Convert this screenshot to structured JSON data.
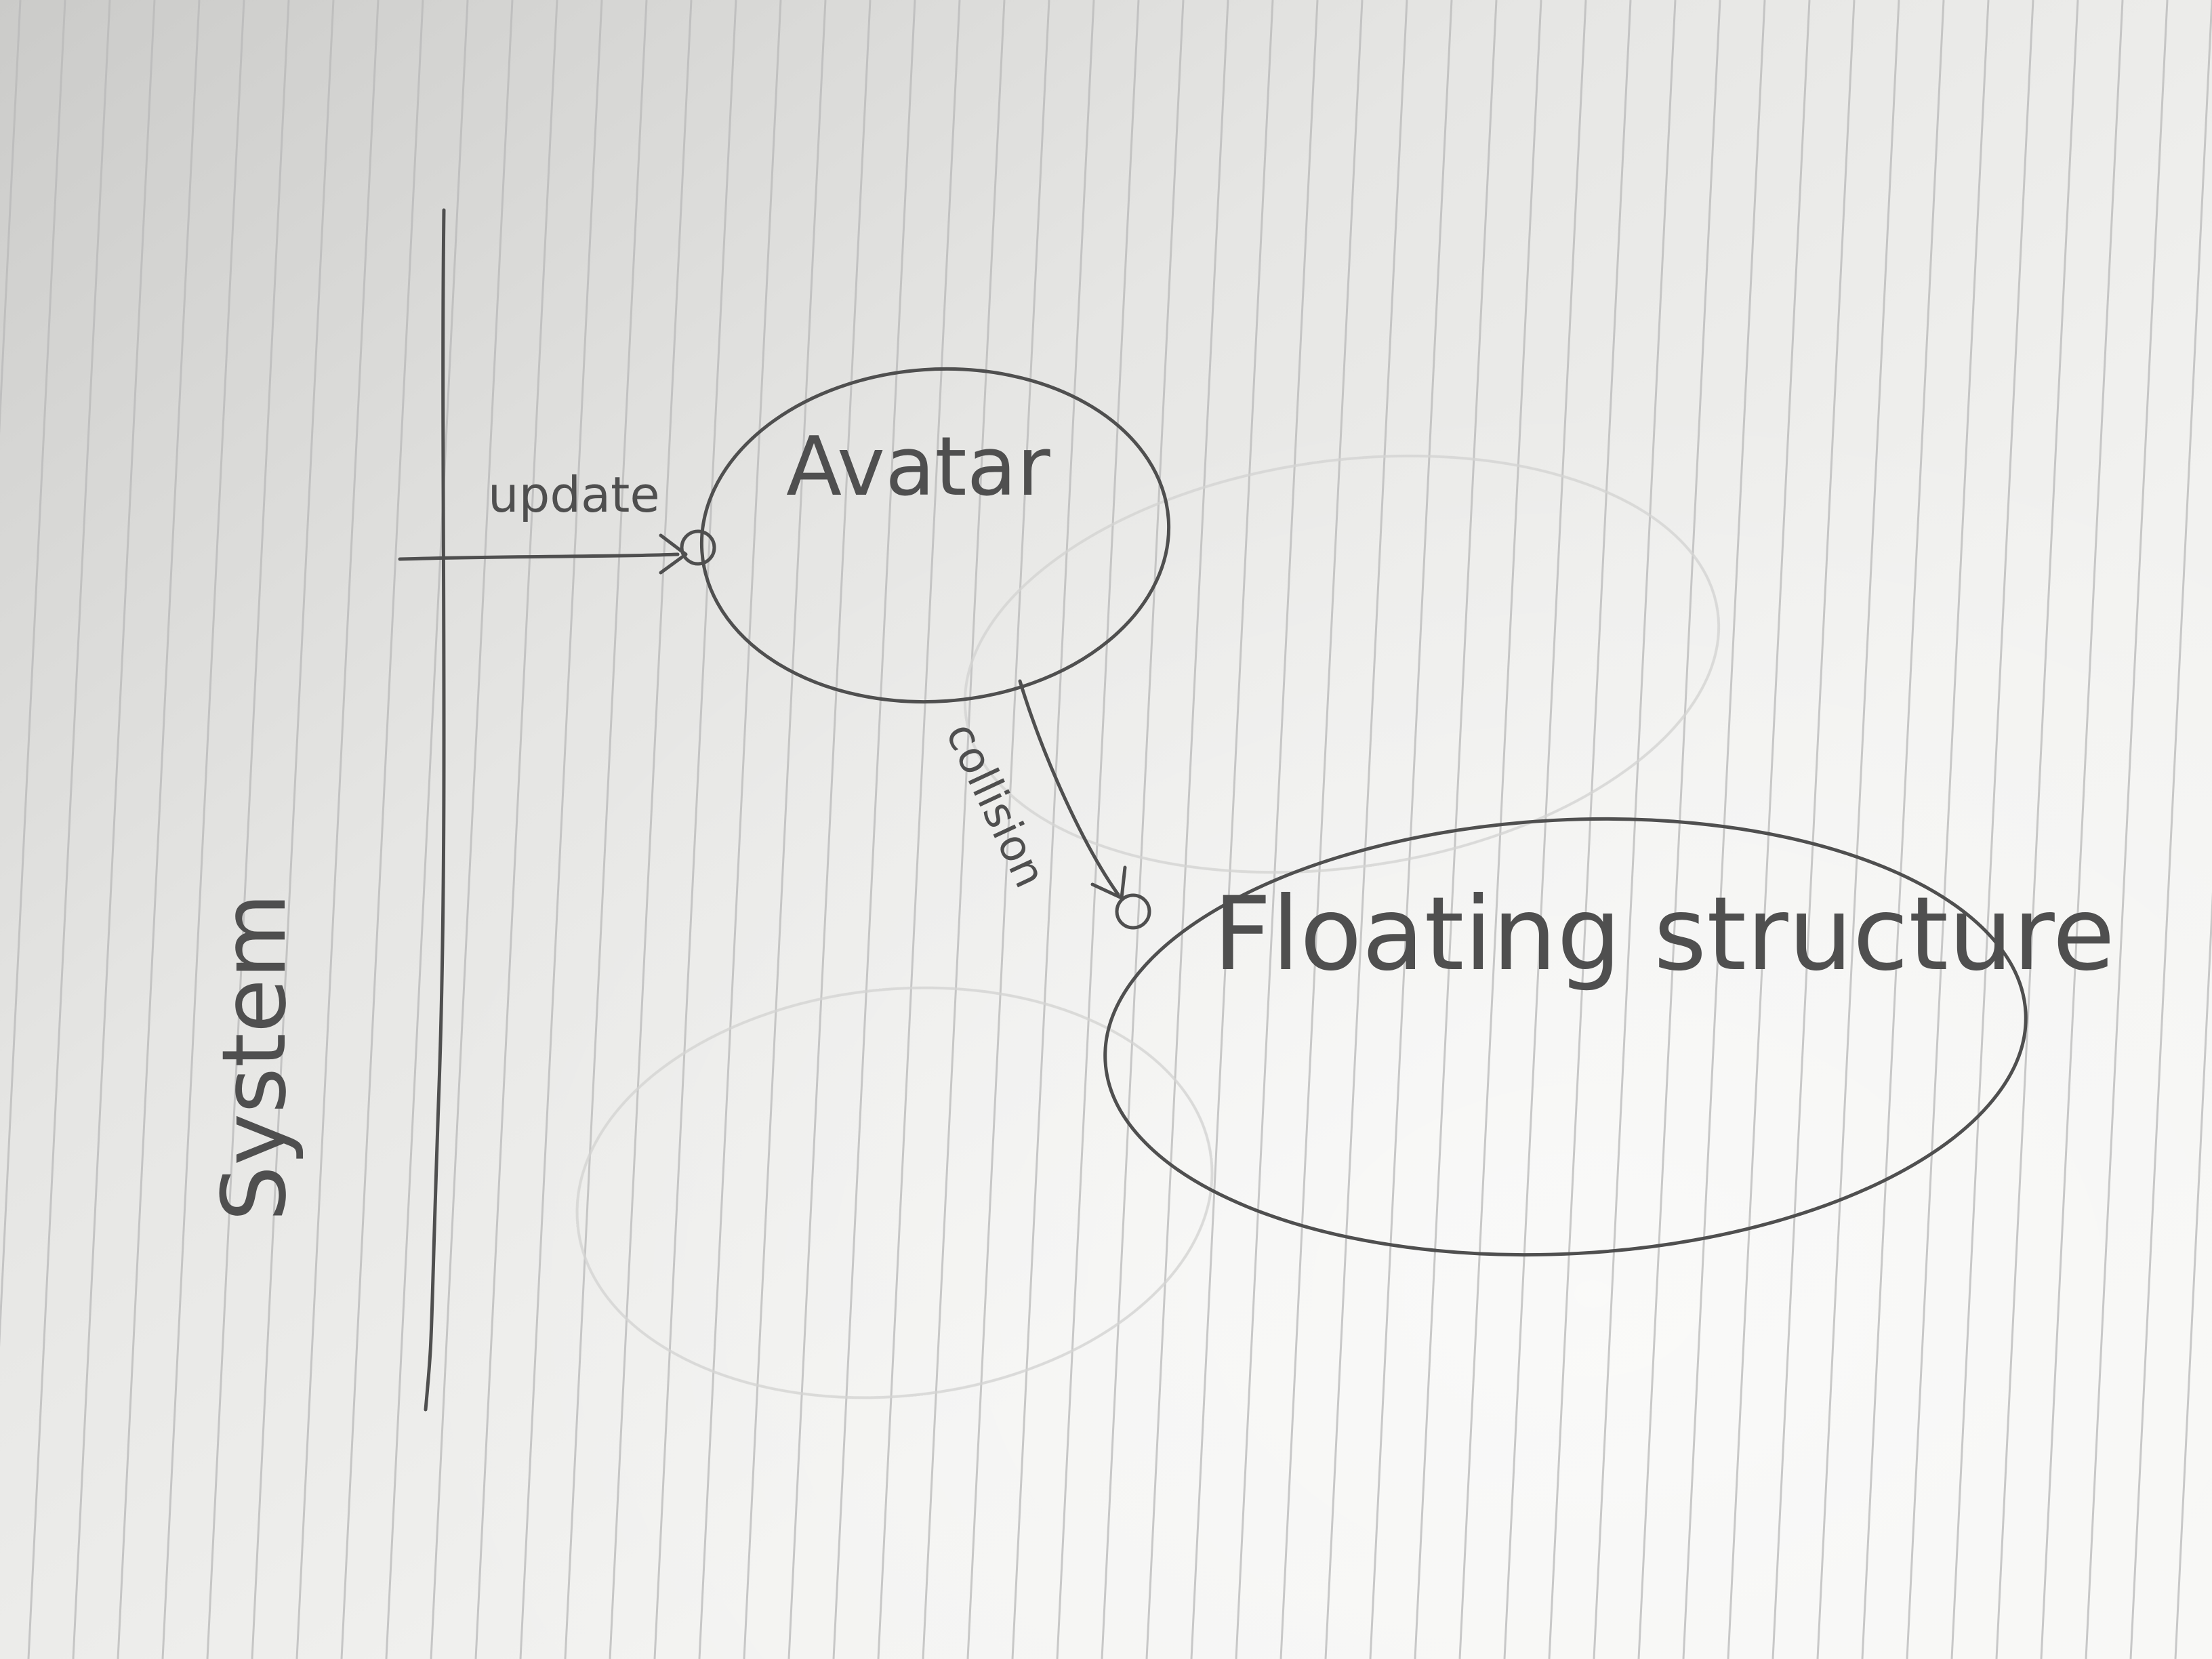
{
  "diagram": {
    "system_label": "System",
    "update_label": "update",
    "avatar_label": "Avatar",
    "collision_label": "collision",
    "floating_label": "Floating structure"
  },
  "colors": {
    "paper_light": "#f3f3f1",
    "paper_dark": "#cfcfcd",
    "rule_line": "#b9b9b9",
    "pencil": "#4f4f4f"
  }
}
